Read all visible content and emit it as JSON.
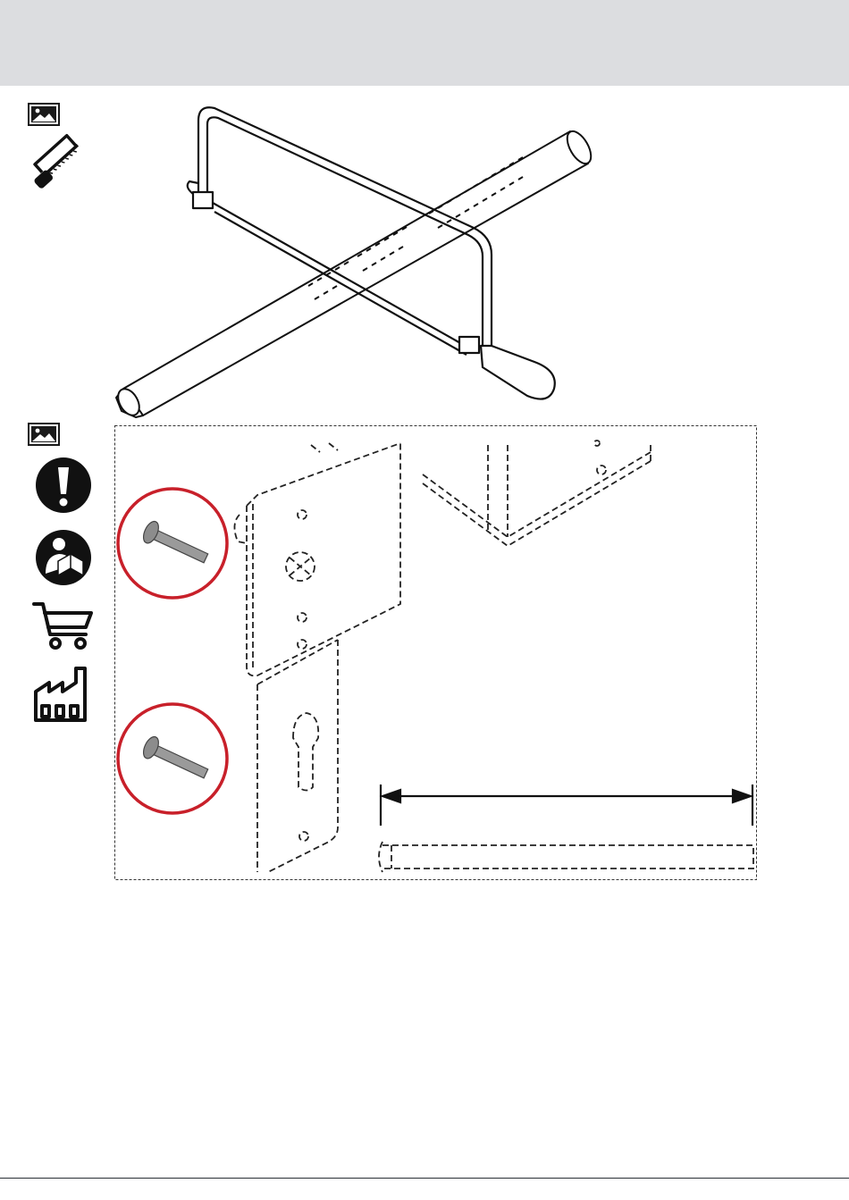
{
  "page": {
    "header_color": "#dcdde0",
    "accent_color": "#c8202a",
    "footer_line_color": "#2a2f36"
  },
  "step1": {
    "image_icon": "image-icon",
    "tool_icon": "hacksaw-icon",
    "illustration": "hacksaw-cutting-cylinder-illustration"
  },
  "step2": {
    "image_icon": "image-icon",
    "icons": [
      "warning-exclamation-icon",
      "read-manual-icon",
      "shopping-cart-icon",
      "factory-icon"
    ],
    "illustration": "cylinder-lock-plate-with-screws-illustration",
    "callouts": [
      "screw-callout-upper",
      "screw-callout-lower"
    ],
    "measurement": "length-measurement-arrow"
  }
}
